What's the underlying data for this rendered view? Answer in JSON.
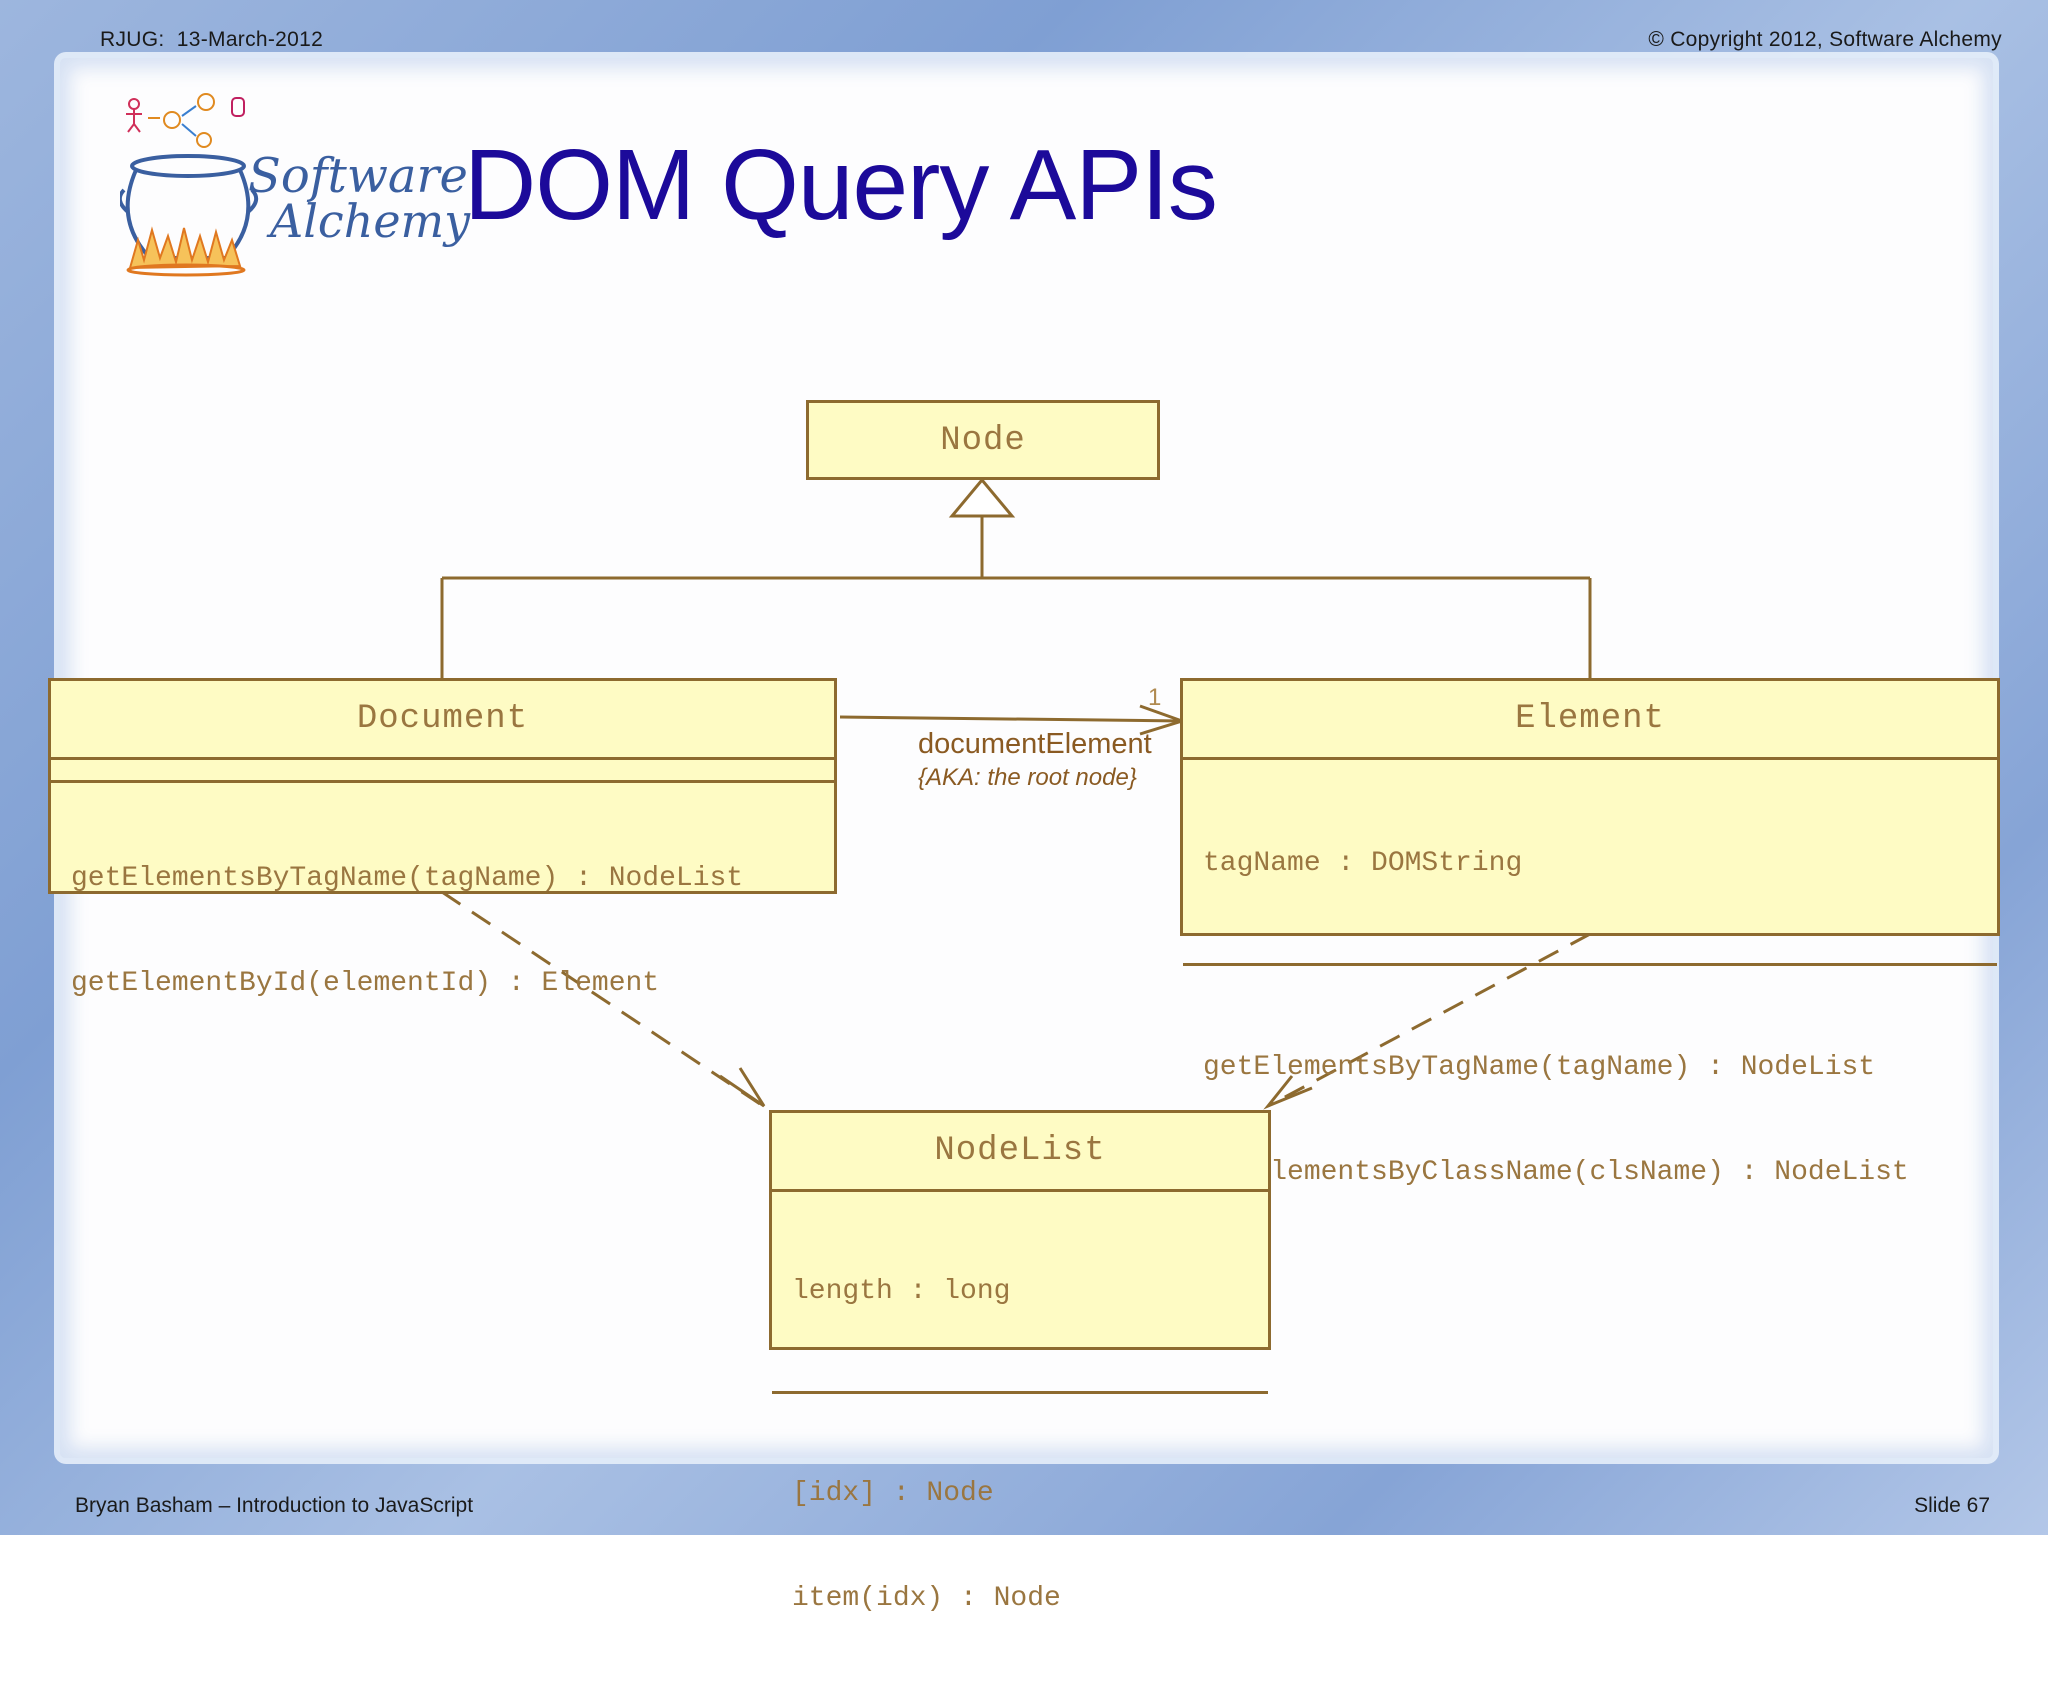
{
  "header": {
    "left": "RJUG:  13-March-2012",
    "right": "© Copyright 2012, Software Alchemy"
  },
  "footer": {
    "left": "Bryan Basham – Introduction to JavaScript",
    "right": "Slide 67"
  },
  "logo": {
    "line1": "Software",
    "line2": "Alchemy"
  },
  "title": "DOM Query APIs",
  "diagram": {
    "node": {
      "name": "Node"
    },
    "document": {
      "name": "Document",
      "attributes": [],
      "operations": [
        "getElementsByTagName(tagName) : NodeList",
        "getElementById(elementId) : Element"
      ]
    },
    "element": {
      "name": "Element",
      "attributes": [
        "tagName : DOMString"
      ],
      "operations": [
        "getElementsByTagName(tagName) : NodeList",
        "getElementsByClassName(clsName) : NodeList"
      ]
    },
    "nodelist": {
      "name": "NodeList",
      "attributes": [
        "length : long"
      ],
      "operations": [
        "[idx] : Node",
        "item(idx) : Node"
      ]
    },
    "association": {
      "label": "documentElement",
      "note": "{AKA: the root node}",
      "multiplicity": "1"
    }
  },
  "colors": {
    "title": "#1c0a9a",
    "class_fill": "#fefbc4",
    "class_border": "#8d6a2f",
    "class_text": "#9a7640",
    "relation": "#8d6a2f"
  }
}
